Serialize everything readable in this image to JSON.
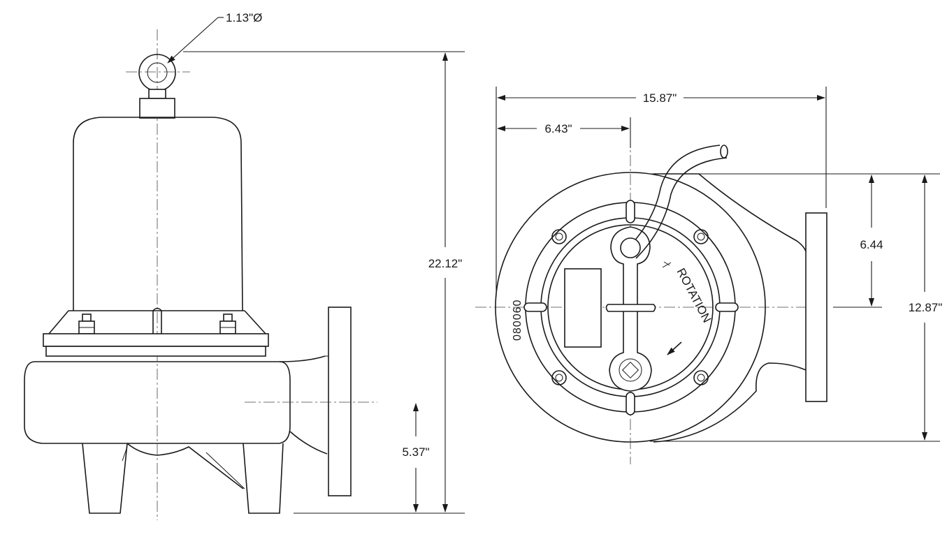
{
  "dimensions": {
    "eye_bolt_diameter": "1.13\"Ø",
    "overall_height": "22.12\"",
    "discharge_height": "5.37\"",
    "overall_width": "15.87\"",
    "center_to_back": "6.43\"",
    "center_to_discharge_top": "6.44",
    "overall_depth": "12.87\""
  },
  "markings": {
    "casting_number": "080060",
    "rotation_label": "ROTATION"
  }
}
